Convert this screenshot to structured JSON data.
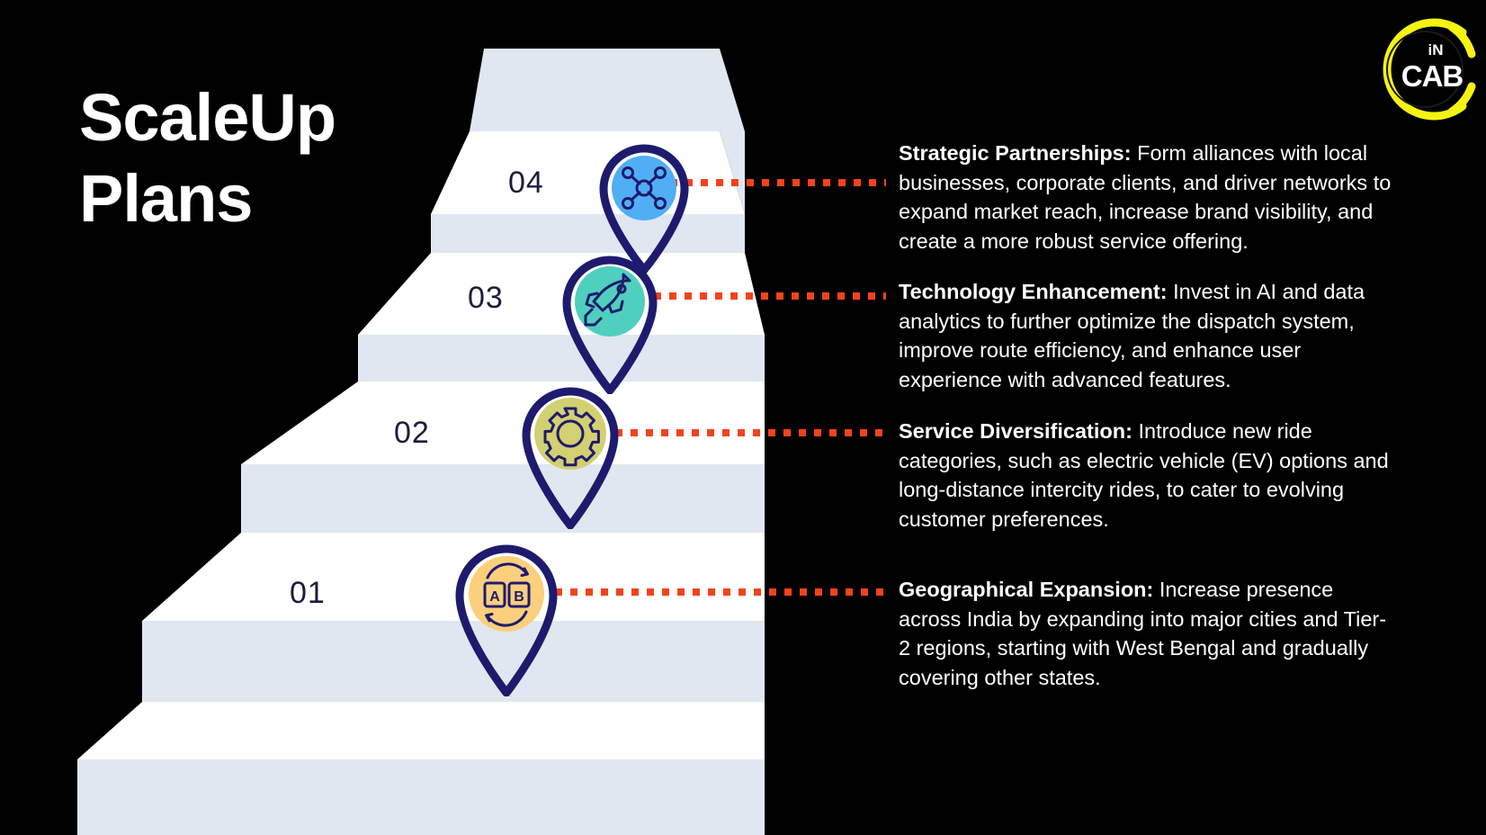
{
  "page": {
    "title_line1": "ScaleUp",
    "title_line2": "Plans",
    "background_color": "#000000",
    "accent_color": "#F2431E",
    "pin_outline_color": "#1E1B6E",
    "step_top_color": "#E0E7F0",
    "step_front_color": "#FFFFFF"
  },
  "logo": {
    "brand_top": "iN",
    "brand_main": "CAB",
    "ring_color": "#F5F312",
    "text_color": "#FFFFFF"
  },
  "steps": [
    {
      "number": "01",
      "icon": "ab-swap-icon",
      "icon_circle_color": "#FBCF7C",
      "heading": "Geographical Expansion:",
      "body": " Increase presence across India by expanding into major cities and Tier-2 regions, starting with West Bengal and gradually covering other states."
    },
    {
      "number": "02",
      "icon": "gear-icon",
      "icon_circle_color": "#D3D071",
      "heading": "Service Diversification:",
      "body": " Introduce new ride categories, such as electric vehicle (EV) options and long-distance intercity rides, to cater to evolving customer preferences."
    },
    {
      "number": "03",
      "icon": "rocket-icon",
      "icon_circle_color": "#4FCFBE",
      "heading": "Technology Enhancement:",
      "body": " Invest in AI and data analytics to further optimize the dispatch system, improve route efficiency, and enhance user experience with advanced features."
    },
    {
      "number": "04",
      "icon": "network-hub-icon",
      "icon_circle_color": "#50AEF5",
      "heading": "Strategic Partnerships:",
      "body": " Form alliances with local businesses, corporate clients, and driver networks to expand market reach, increase brand visibility, and create a more robust service offering."
    }
  ]
}
